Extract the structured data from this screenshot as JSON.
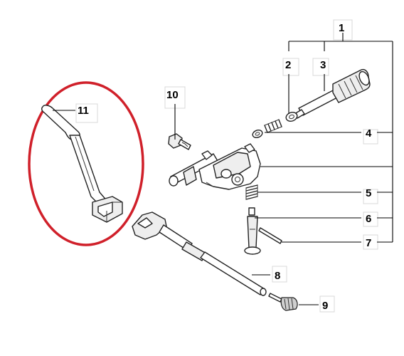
{
  "diagram": {
    "callouts": {
      "c1": "1",
      "c2": "2",
      "c3": "3",
      "c4": "4",
      "c5": "5",
      "c6": "6",
      "c7": "7",
      "c8": "8",
      "c9": "9",
      "c10": "10",
      "c11": "11"
    },
    "highlight_color": "#d0202a",
    "line_color": "#000000"
  }
}
